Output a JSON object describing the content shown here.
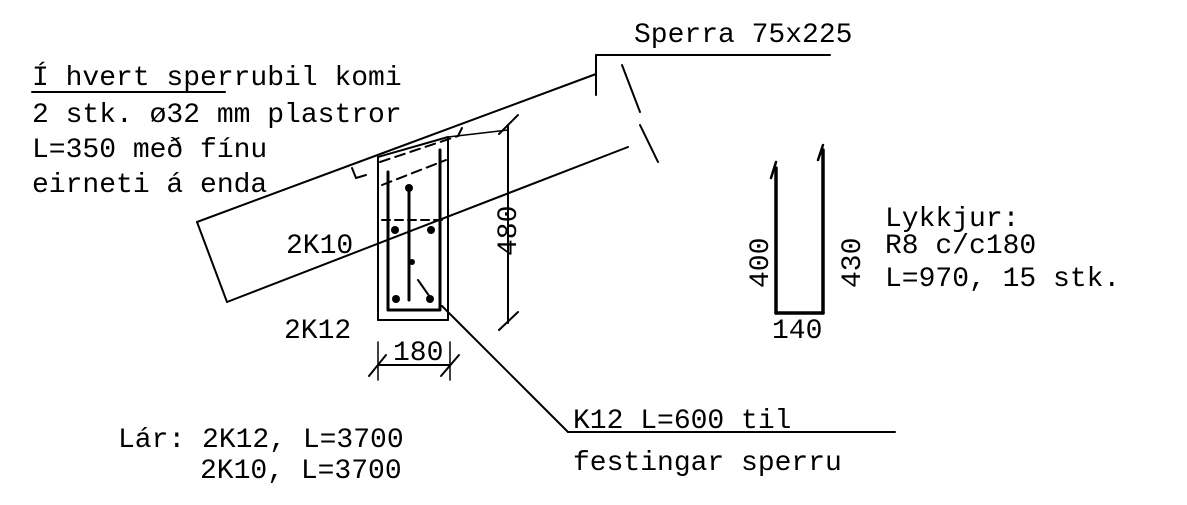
{
  "labels": {
    "rafter_note": "Sperra 75x225",
    "pipe_note": {
      "line1": "Í hvert sperrubil komi",
      "line2": "2 stk. ø32 mm plastror",
      "line3": "L=350 með fínu",
      "line4": "eirneti á enda"
    },
    "top_bars": "2K10",
    "bottom_bars": "2K12",
    "beam_height": "480",
    "beam_width": "180",
    "anchor_note": {
      "line1": "K12 L=600 til",
      "line2": "festingar sperru"
    },
    "beam_list": {
      "line1": "Lár: 2K12, L=3700",
      "line2": "2K10, L=3700"
    },
    "stirrups": {
      "title": "Lykkjur:",
      "spec": "R8 c/c180",
      "length": "L=970, 15 stk.",
      "left_leg": "400",
      "right_leg": "430",
      "base": "140"
    }
  }
}
